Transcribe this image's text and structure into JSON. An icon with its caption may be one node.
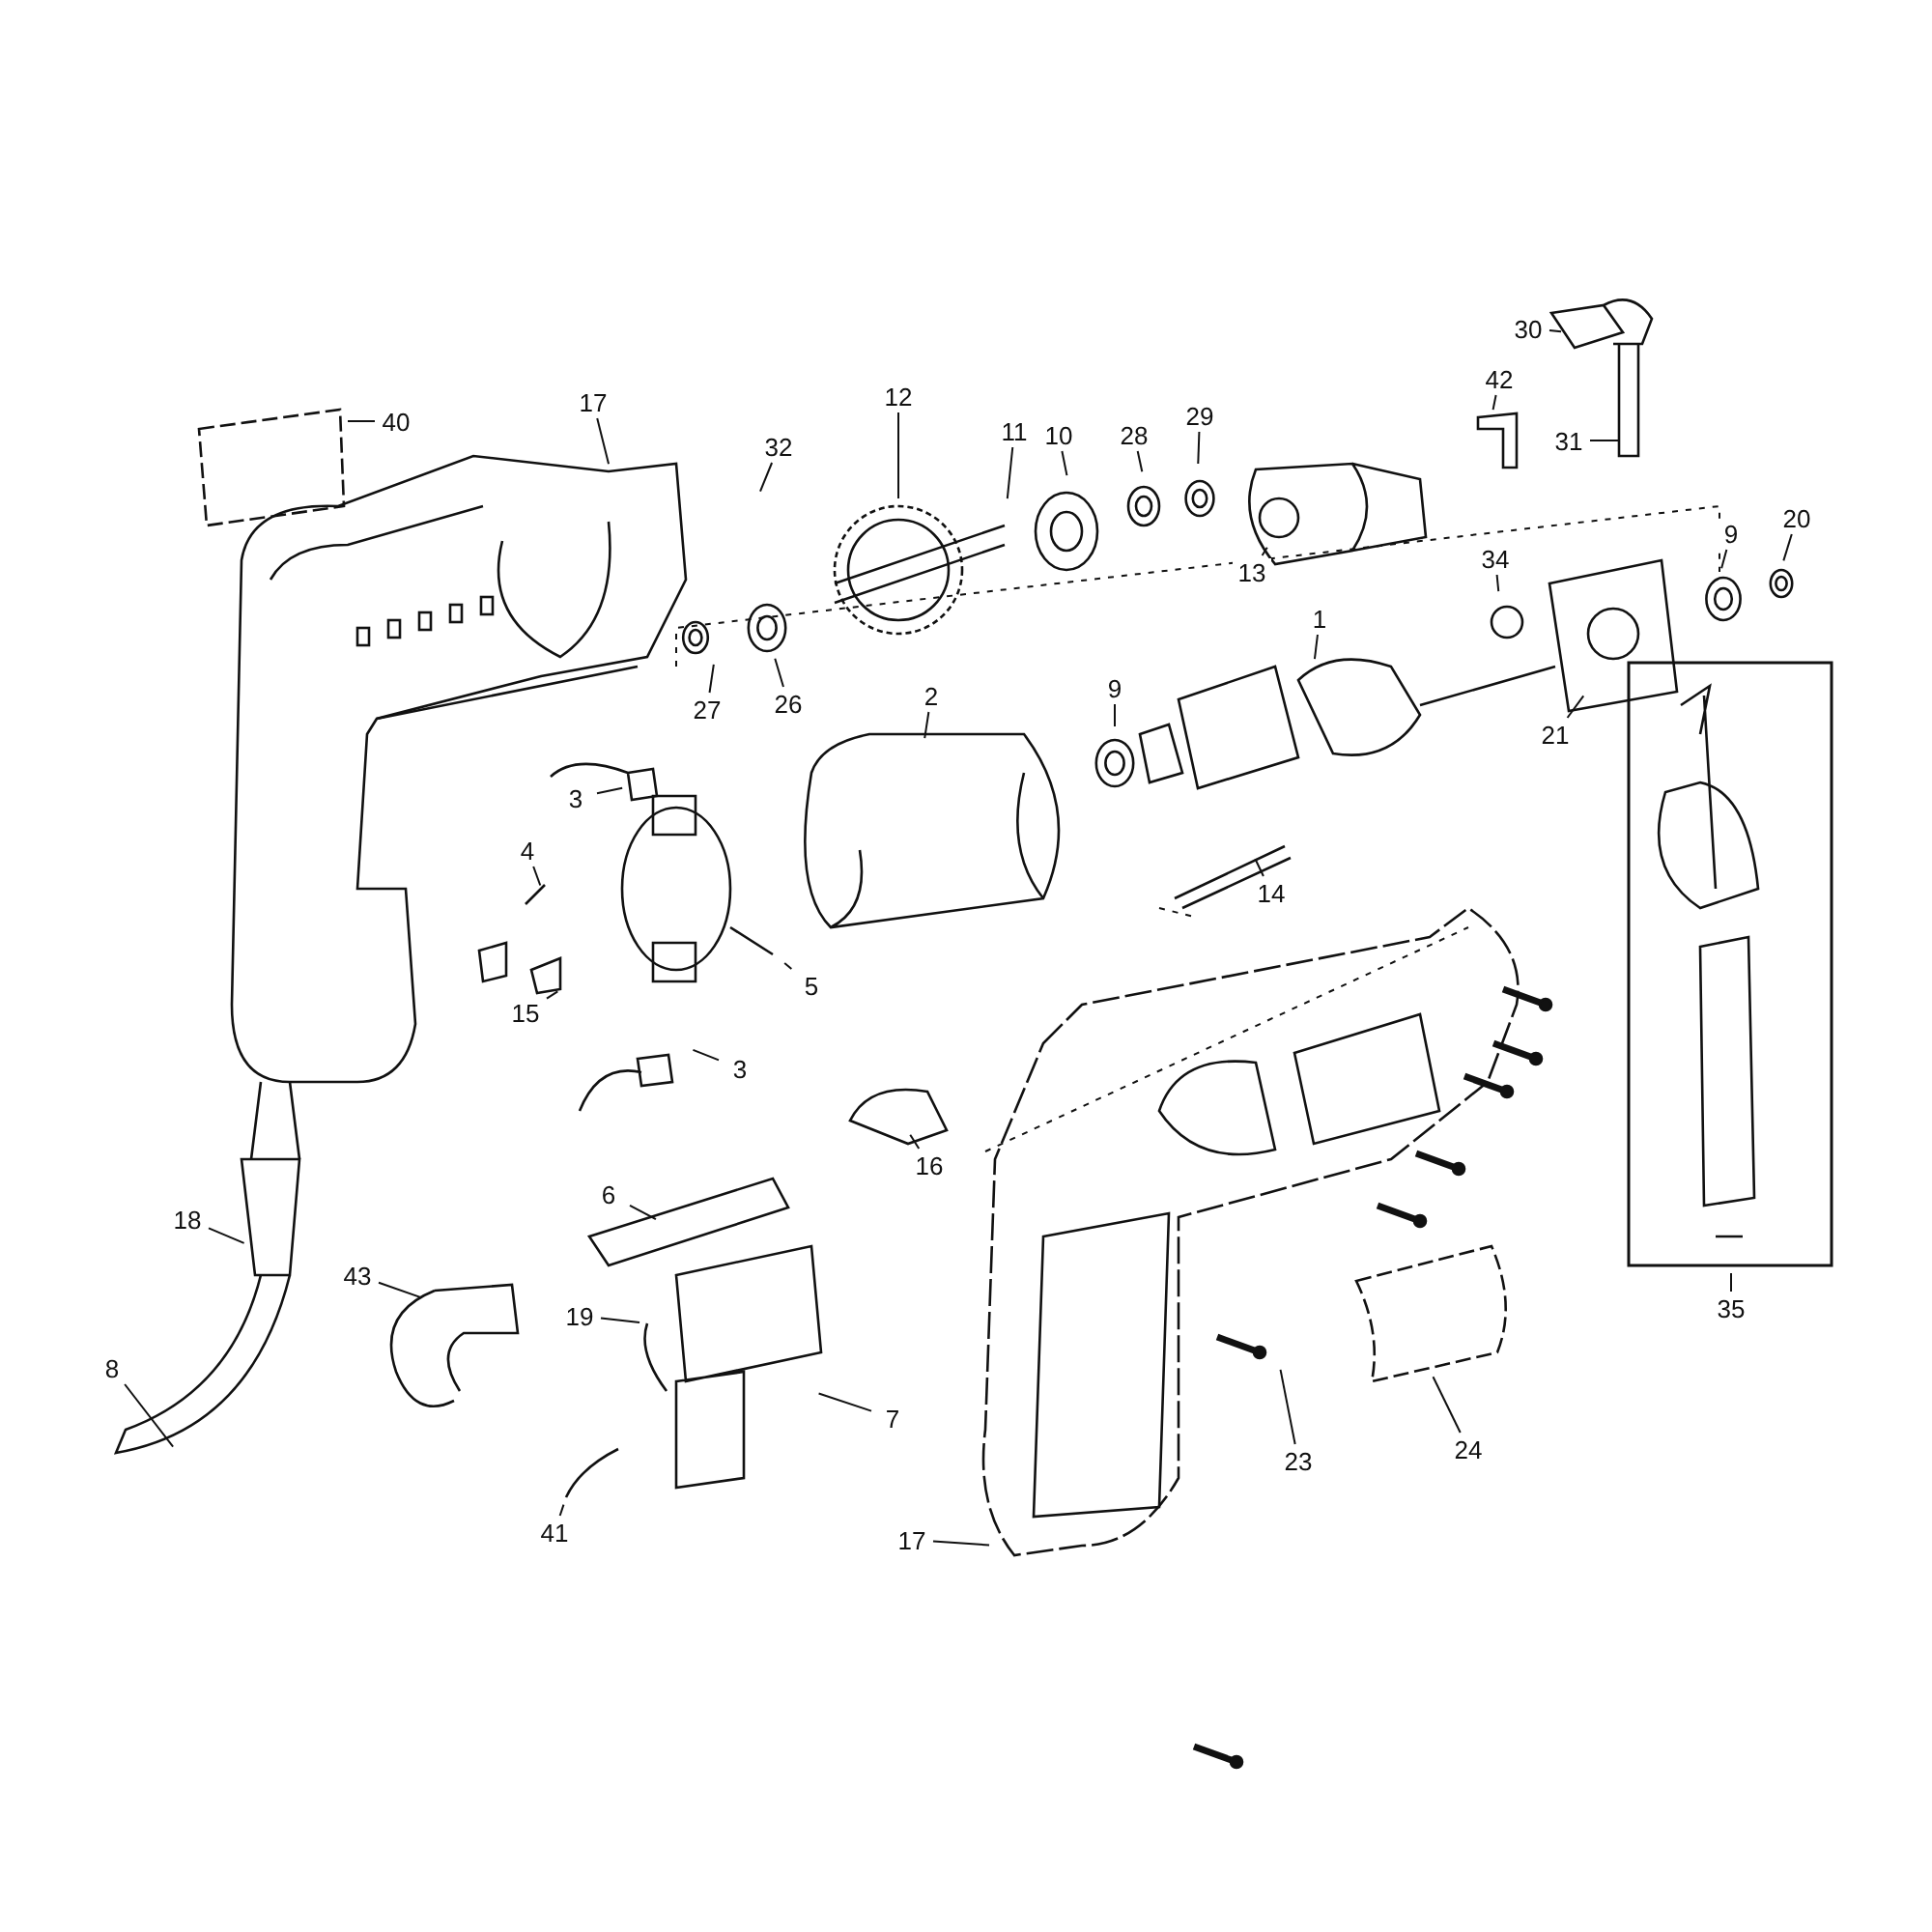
{
  "diagram": {
    "nodes": [
      {
        "text": [
          "30"
        ]
      },
      {
        "text": [
          "42"
        ]
      },
      {
        "text": [
          "31"
        ]
      },
      {
        "text": [
          "17"
        ]
      },
      {
        "text": [
          "40"
        ]
      },
      {
        "text": [
          "12"
        ]
      },
      {
        "text": [
          "11"
        ]
      },
      {
        "text": [
          "10"
        ]
      },
      {
        "text": [
          "28"
        ]
      },
      {
        "text": [
          "29"
        ]
      },
      {
        "text": [
          "32"
        ]
      },
      {
        "text": [
          "9"
        ]
      },
      {
        "text": [
          "20"
        ]
      },
      {
        "text": [
          "13"
        ]
      },
      {
        "text": [
          "34"
        ]
      },
      {
        "text": [
          "1"
        ]
      },
      {
        "text": [
          "26"
        ]
      },
      {
        "text": [
          "27"
        ]
      },
      {
        "text": [
          "2"
        ]
      },
      {
        "text": [
          "9"
        ]
      },
      {
        "text": [
          "21"
        ]
      },
      {
        "text": [
          "3"
        ]
      },
      {
        "text": [
          "4"
        ]
      },
      {
        "text": [
          "14"
        ]
      },
      {
        "text": [
          "5"
        ]
      },
      {
        "text": [
          "15"
        ]
      },
      {
        "text": [
          "3"
        ]
      },
      {
        "text": [
          "16"
        ]
      },
      {
        "text": [
          "6"
        ]
      },
      {
        "text": [
          "18"
        ]
      },
      {
        "text": [
          "43"
        ]
      },
      {
        "text": [
          "35"
        ]
      },
      {
        "text": [
          "19"
        ]
      },
      {
        "text": [
          "8"
        ]
      },
      {
        "text": [
          "7"
        ]
      },
      {
        "text": [
          "23"
        ]
      },
      {
        "text": [
          "24"
        ]
      },
      {
        "text": [
          "41"
        ]
      },
      {
        "text": [
          "17"
        ]
      }
    ],
    "edges": [
      {
        "from": 0,
        "to": null,
        "arrow": "none"
      },
      {
        "from": 1,
        "to": null,
        "arrow": "none"
      },
      {
        "from": 2,
        "to": null,
        "arrow": "none"
      },
      {
        "from": 3,
        "to": null,
        "arrow": "none"
      },
      {
        "from": 4,
        "to": null,
        "arrow": "none"
      },
      {
        "from": 5,
        "to": null,
        "arrow": "none"
      },
      {
        "from": 6,
        "to": null,
        "arrow": "none"
      },
      {
        "from": 7,
        "to": null,
        "arrow": "none"
      },
      {
        "from": 8,
        "to": null,
        "arrow": "none"
      },
      {
        "from": 9,
        "to": null,
        "arrow": "none"
      },
      {
        "from": 10,
        "to": null,
        "arrow": "none"
      },
      {
        "from": 11,
        "to": null,
        "arrow": "none"
      },
      {
        "from": 12,
        "to": null,
        "arrow": "none"
      },
      {
        "from": 13,
        "to": null,
        "arrow": "none"
      },
      {
        "from": 14,
        "to": null,
        "arrow": "none"
      },
      {
        "from": 15,
        "to": null,
        "arrow": "none"
      },
      {
        "from": 16,
        "to": null,
        "arrow": "none"
      },
      {
        "from": 17,
        "to": null,
        "arrow": "none"
      },
      {
        "from": 18,
        "to": null,
        "arrow": "none"
      },
      {
        "from": 19,
        "to": null,
        "arrow": "none"
      },
      {
        "from": 20,
        "to": null,
        "arrow": "none"
      },
      {
        "from": 21,
        "to": null,
        "arrow": "none"
      },
      {
        "from": 22,
        "to": null,
        "arrow": "none"
      },
      {
        "from": 23,
        "to": null,
        "arrow": "none"
      },
      {
        "from": 24,
        "to": null,
        "arrow": "none"
      },
      {
        "from": 25,
        "to": null,
        "arrow": "none"
      },
      {
        "from": 26,
        "to": null,
        "arrow": "none"
      },
      {
        "from": 27,
        "to": null,
        "arrow": "none"
      },
      {
        "from": 28,
        "to": null,
        "arrow": "none"
      },
      {
        "from": 29,
        "to": null,
        "arrow": "none"
      },
      {
        "from": 30,
        "to": null,
        "arrow": "none"
      },
      {
        "from": 31,
        "to": null,
        "arrow": "none"
      },
      {
        "from": 32,
        "to": null,
        "arrow": "none"
      },
      {
        "from": 33,
        "to": null,
        "arrow": "none"
      },
      {
        "from": 34,
        "to": null,
        "arrow": "none"
      },
      {
        "from": 35,
        "to": null,
        "arrow": "none"
      },
      {
        "from": 36,
        "to": null,
        "arrow": "none"
      },
      {
        "from": 37,
        "to": null,
        "arrow": "none"
      },
      {
        "from": 38,
        "to": null,
        "arrow": "none"
      }
    ]
  }
}
